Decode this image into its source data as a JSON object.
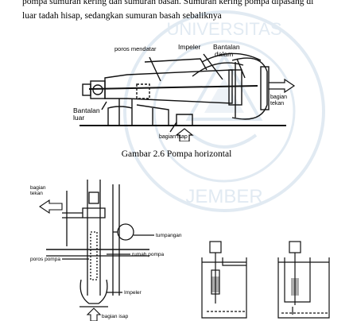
{
  "paragraph": {
    "line1": "pompa sumuran kering dan sumuran basah. Sumuran kering pompa dipasang di",
    "line2": "luar tadah hisap, sedangkan sumuran basah sebaliknya"
  },
  "figure_2_6": {
    "caption": "Gambar 2.6 Pompa horizontal",
    "labels": {
      "poros": "poros mendatar",
      "impeler": "Impeler",
      "bantalan_dalam_1": "Bantalan",
      "bantalan_dalam_2": "dalam",
      "bantalan_luar_1": "Bantalan",
      "bantalan_luar_2": "luar",
      "bagian_tekan_1": "bagian",
      "bagian_tekan_2": "tekan",
      "bagian_isap": "bagian isap"
    }
  },
  "figure_vertical": {
    "labels": {
      "bagian_tekan_1": "bagian",
      "bagian_tekan_2": "tekan",
      "tumpangan": "tumpangan",
      "rumah_pompa": "rumah pompa",
      "poros_pompa": "poros pompa",
      "impeler": "Impeler",
      "bagian_isap": "bagian isap"
    }
  },
  "watermark": {
    "top_text": "UNIVERSITAS",
    "bottom_text": "JEMBER",
    "color": "#4a7fb5"
  }
}
